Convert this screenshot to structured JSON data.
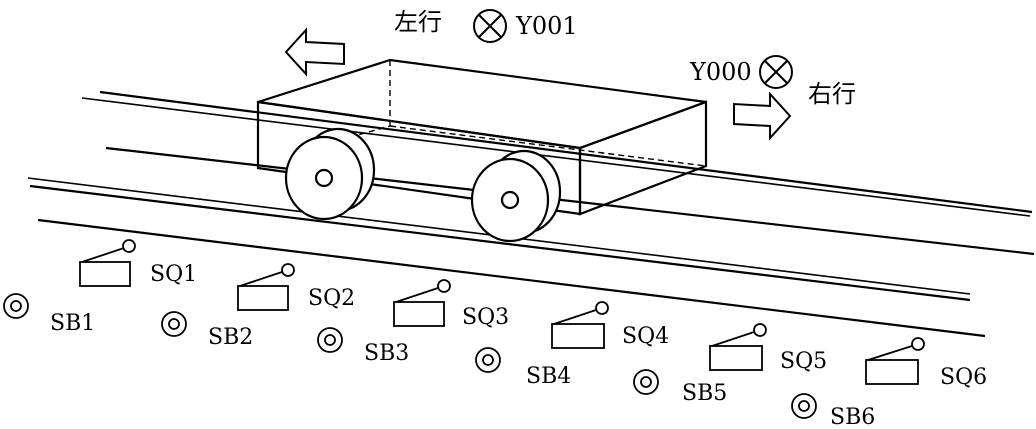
{
  "lamps": {
    "left": {
      "code": "Y001",
      "label": "左行"
    },
    "right": {
      "code": "Y000",
      "label": "右行"
    }
  },
  "limit_switches": [
    "SQ1",
    "SQ2",
    "SQ3",
    "SQ4",
    "SQ5",
    "SQ6"
  ],
  "buttons": [
    "SB1",
    "SB2",
    "SB3",
    "SB4",
    "SB5",
    "SB6"
  ]
}
